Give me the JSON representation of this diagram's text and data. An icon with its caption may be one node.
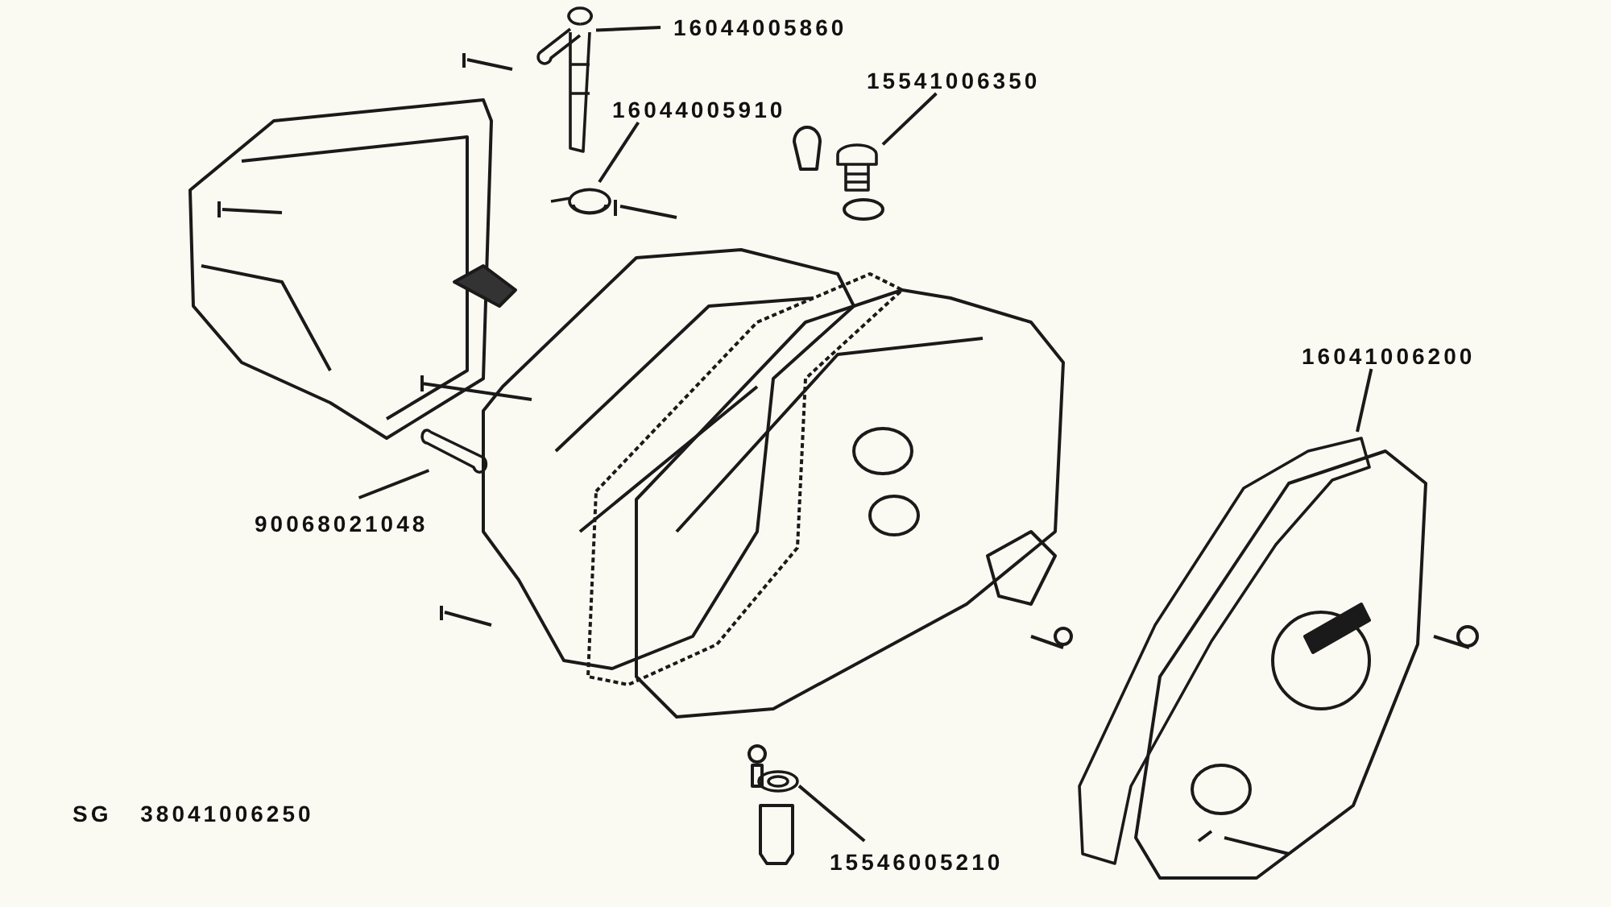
{
  "diagram": {
    "nodes": [
      {
        "text": [
          "16044005860"
        ]
      },
      {
        "text": [
          "15541006350"
        ]
      },
      {
        "text": [
          "16044005910"
        ]
      },
      {
        "text": [
          "16041006200"
        ]
      },
      {
        "text": [
          "90068021048"
        ]
      },
      {
        "text": [
          "15546005210"
        ]
      },
      {
        "text": [],
        "shape": "picture"
      },
      {
        "text": [],
        "shape": "picture"
      },
      {
        "text": [],
        "shape": "picture"
      },
      {
        "text": [],
        "shape": "picture"
      },
      {
        "text": [],
        "shape": "picture"
      },
      {
        "text": [],
        "shape": "picture"
      }
    ],
    "edges": [
      {
        "from": 0,
        "to": 6,
        "arrow": "none"
      },
      {
        "from": 1,
        "to": 8,
        "arrow": "none"
      },
      {
        "from": 2,
        "to": 7,
        "arrow": "none"
      },
      {
        "from": 3,
        "to": 9,
        "arrow": "none"
      },
      {
        "from": 4,
        "to": 10,
        "arrow": "none"
      },
      {
        "from": 5,
        "to": 11,
        "arrow": "none"
      }
    ],
    "labels": [
      "SG 38041006250"
    ]
  }
}
